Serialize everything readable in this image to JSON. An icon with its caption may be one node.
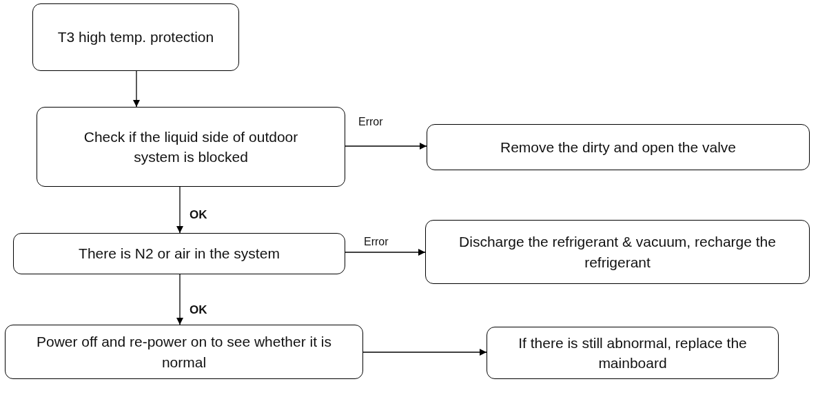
{
  "diagram": {
    "nodes": [
      {
        "text": [
          "T3 high temp. protection"
        ]
      },
      {
        "text": [
          "Check if the liquid side of outdoor system is blocked"
        ]
      },
      {
        "text": [
          "Remove the dirty and open the valve"
        ]
      },
      {
        "text": [
          "There is N2 or air in the system"
        ]
      },
      {
        "text": [
          "Discharge the refrigerant & vacuum, recharge the refrigerant"
        ]
      },
      {
        "text": [
          "Power off and re-power on to see whether it is normal"
        ]
      },
      {
        "text": [
          "If there is still abnormal, replace the mainboard"
        ]
      }
    ],
    "edges": [
      {
        "from": 0,
        "to": 1,
        "arrow": "to"
      },
      {
        "from": 1,
        "to": 2,
        "arrow": "to",
        "label": "Error"
      },
      {
        "from": 1,
        "to": 3,
        "arrow": "to",
        "label": "OK"
      },
      {
        "from": 3,
        "to": 4,
        "arrow": "to",
        "label": "Error"
      },
      {
        "from": 3,
        "to": 5,
        "arrow": "to",
        "label": "OK"
      },
      {
        "from": 5,
        "to": 6,
        "arrow": "to"
      }
    ]
  }
}
